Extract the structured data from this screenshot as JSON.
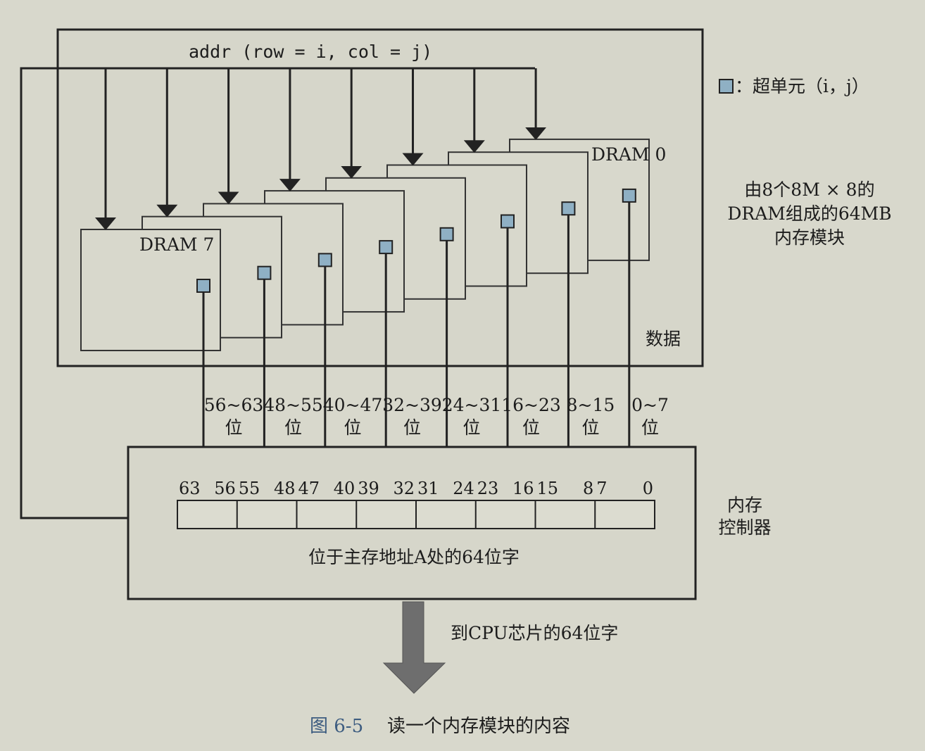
{
  "addr_label": "addr (row = i, col = j)",
  "legend": {
    "text": "：超单元（i，j）"
  },
  "dram_first_label": "DRAM 0",
  "dram_last_label": "DRAM 7",
  "module_description": [
    "由8个8M × 8的",
    "DRAM组成的64MB",
    "内存模块"
  ],
  "data_label": "数据",
  "bit_ranges": [
    {
      "range": "56~63",
      "unit": "位"
    },
    {
      "range": "48~55",
      "unit": "位"
    },
    {
      "range": "40~47",
      "unit": "位"
    },
    {
      "range": "32~39",
      "unit": "位"
    },
    {
      "range": "24~31",
      "unit": "位"
    },
    {
      "range": "16~23",
      "unit": "位"
    },
    {
      "range": "8~15",
      "unit": "位"
    },
    {
      "range": "0~7",
      "unit": "位"
    }
  ],
  "bit_numbers": [
    "63",
    "56",
    "55",
    "48",
    "47",
    "40",
    "39",
    "32",
    "31",
    "24",
    "23",
    "16",
    "15",
    "8",
    "7",
    "0"
  ],
  "controller_label": [
    "内存",
    "控制器"
  ],
  "word_label": "位于主存地址A处的64位字",
  "output_label": "到CPU芯片的64位字",
  "caption": {
    "figure": "图 6-5",
    "title": "读一个内存模块的内容"
  },
  "colors": {
    "cell": "#8fb0c4",
    "arrow_fill": "#6e6e6e",
    "figure_label": "#3d5c80"
  }
}
